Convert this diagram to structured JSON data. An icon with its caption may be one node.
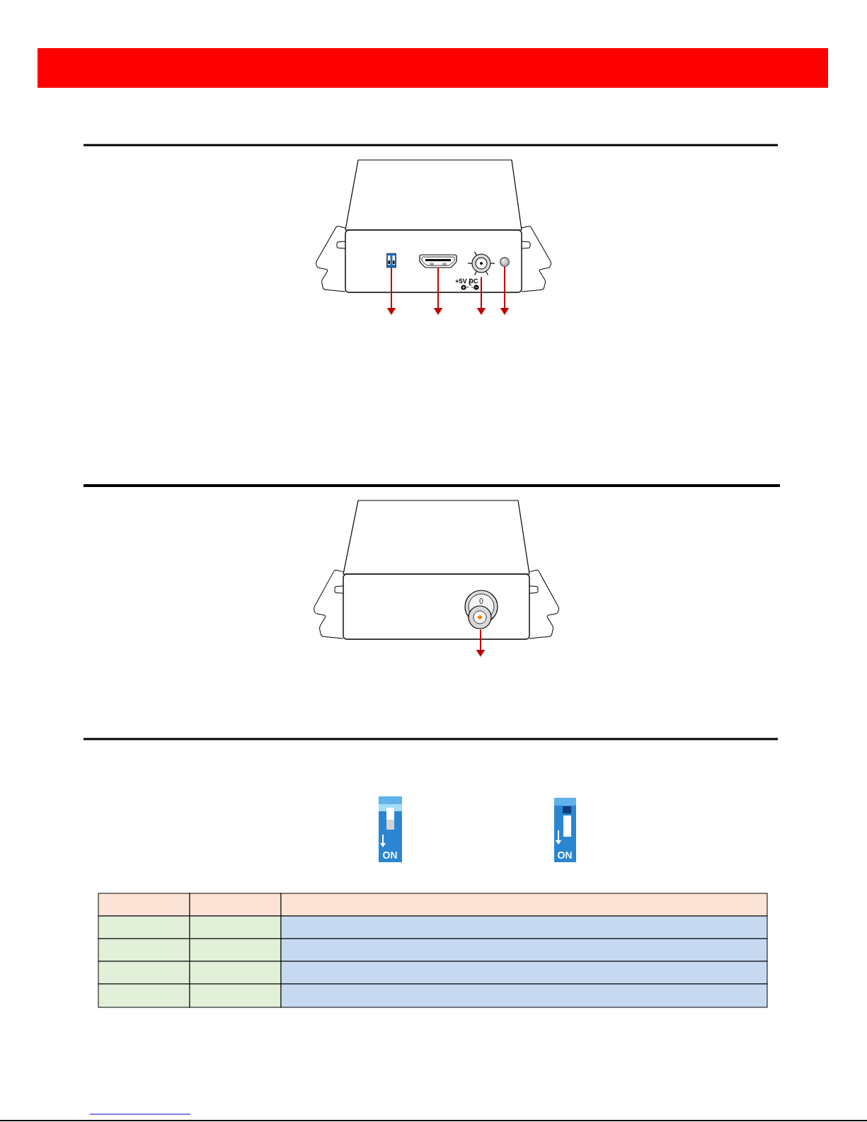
{
  "diagram": {
    "nodes": [
      {
        "text": [],
        "shape": "bar"
      },
      {
        "text": [],
        "shape": "picture"
      },
      {
        "text": [],
        "shape": "picture",
        "in": 1
      },
      {
        "text": [],
        "shape": "picture",
        "in": 1
      },
      {
        "text": [],
        "shape": "picture",
        "in": 1
      },
      {
        "text": [],
        "shape": "picture",
        "in": 1
      },
      {
        "text": [],
        "shape": "picture"
      },
      {
        "text": [],
        "shape": "picture",
        "in": 6
      }
    ],
    "edges": [
      {
        "from": 2,
        "to": null,
        "arrow": "to"
      },
      {
        "from": 3,
        "to": null,
        "arrow": "to"
      },
      {
        "from": 4,
        "to": null,
        "arrow": "to"
      },
      {
        "from": 5,
        "to": null,
        "arrow": "to"
      },
      {
        "from": 7,
        "to": null,
        "arrow": "to"
      }
    ],
    "labels": [
      "+5V DC",
      "ON",
      "ON"
    ]
  }
}
